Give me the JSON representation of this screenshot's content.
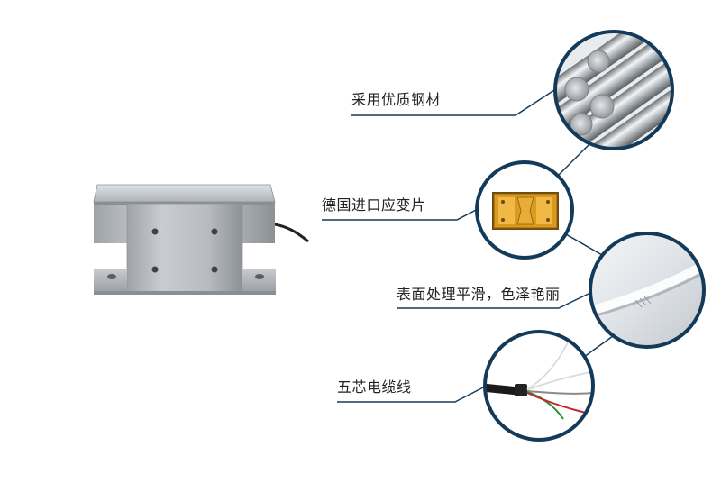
{
  "accent_color": "#143a5a",
  "product": {
    "image_icon": "load-cell-product-image"
  },
  "features": [
    {
      "label": "采用优质钢材",
      "icon": "steel-bars-icon"
    },
    {
      "label": "德国进口应变片",
      "icon": "strain-gauge-icon"
    },
    {
      "label": "表面处理平滑，色泽艳丽",
      "icon": "polished-surface-icon"
    },
    {
      "label": "五芯电缆线",
      "icon": "five-core-cable-icon"
    }
  ]
}
